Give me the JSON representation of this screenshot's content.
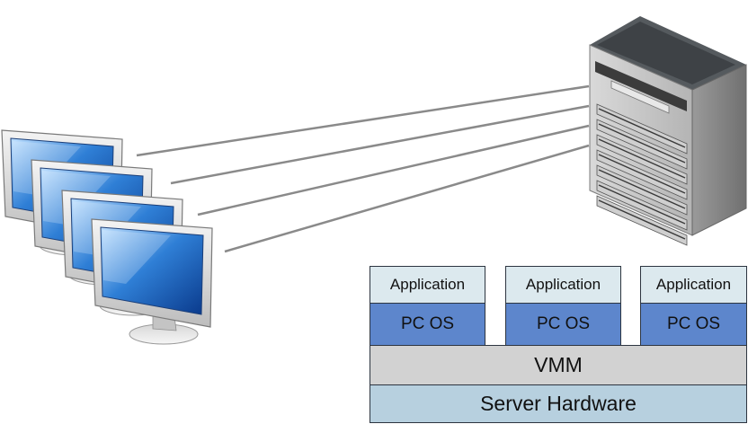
{
  "vm_stack": {
    "vms": [
      {
        "application_label": "Application",
        "os_label": "PC OS"
      },
      {
        "application_label": "Application",
        "os_label": "PC OS"
      },
      {
        "application_label": "Application",
        "os_label": "PC OS"
      }
    ],
    "vmm_label": "VMM",
    "hardware_label": "Server Hardware"
  },
  "colors": {
    "application": "#dce9ee",
    "pc_os": "#5d86cc",
    "vmm": "#d2d2d2",
    "server_hardware": "#b7d0df",
    "connection_line": "#8a8a8a"
  },
  "icons": {
    "clients": "desktop-monitor-icon",
    "server": "server-rack-icon"
  }
}
